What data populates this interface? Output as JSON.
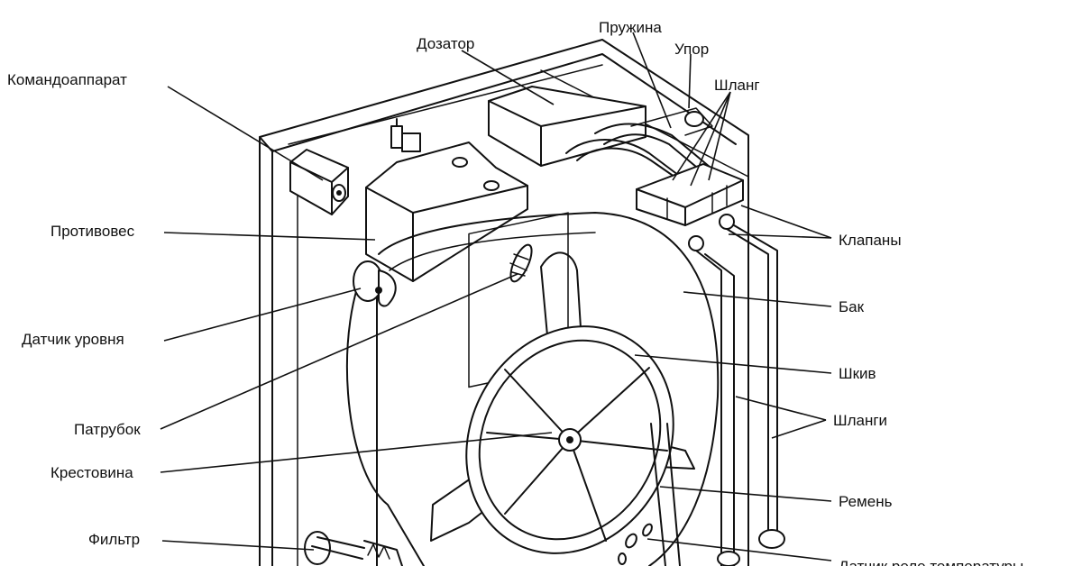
{
  "labels": {
    "komandoapparat": "Командоаппарат",
    "dozator": "Дозатор",
    "pruzhina": "Пружина",
    "upor": "Упор",
    "shlang": "Шланг",
    "protivoves": "Противовес",
    "klapany": "Клапаны",
    "bak": "Бак",
    "datchik_urovnya": "Датчик уровня",
    "shkiv": "Шкив",
    "shlangi": "Шланги",
    "patrubok": "Патрубок",
    "krestovina": "Крестовина",
    "remen": "Ремень",
    "filtr": "Фильтр",
    "datchik_temp": "Датчик реле температуры"
  },
  "colors": {
    "ink": "#111111",
    "paper": "#ffffff"
  }
}
